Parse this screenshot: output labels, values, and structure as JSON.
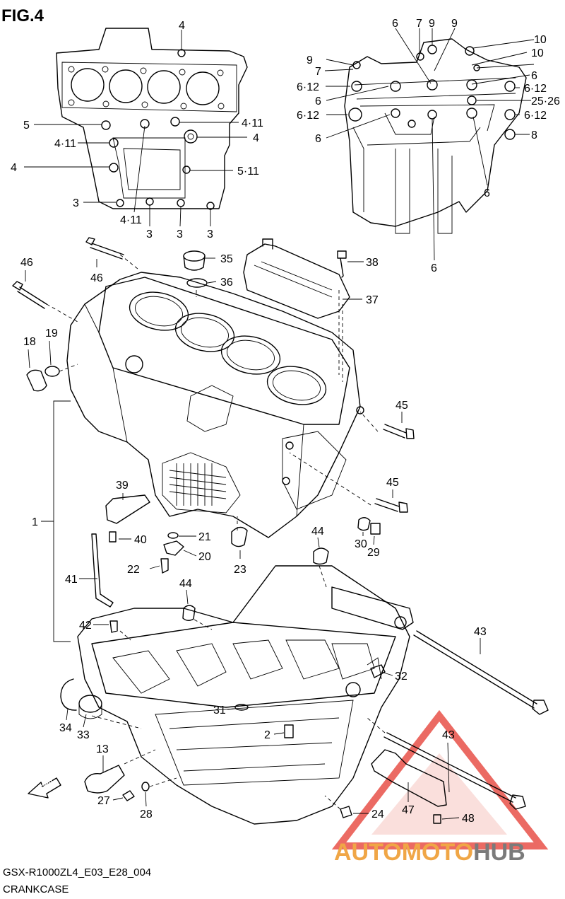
{
  "figure_label": "FIG.4",
  "footer": {
    "code": "GSX-R1000ZL4_E03_E28_004",
    "caption": "CRANKCASE"
  },
  "fwd_arrow_text": "FWD",
  "watermark": {
    "part1": "AUTOMOTO",
    "part2": "HUB",
    "color_primary": "#e5392f",
    "color_orange": "#f0a646",
    "color_gray": "#7b7b7b"
  },
  "callouts_top_left": [
    "4",
    "5",
    "4·11",
    "4",
    "3",
    "4·11",
    "3",
    "3",
    "3",
    "4·11",
    "4",
    "5·11"
  ],
  "callouts_top_right": [
    "6",
    "7",
    "9",
    "9",
    "10",
    "7",
    "6·12",
    "6",
    "6·12",
    "6",
    "9",
    "10",
    "6",
    "6·12",
    "25·26",
    "6·12",
    "8",
    "6",
    "6"
  ],
  "callouts_main": [
    "46",
    "46",
    "35",
    "36",
    "38",
    "37",
    "18",
    "19",
    "45",
    "45",
    "39",
    "1",
    "40",
    "21",
    "20",
    "22",
    "23",
    "44",
    "30",
    "29",
    "41",
    "44",
    "42",
    "43",
    "32",
    "34",
    "33",
    "31",
    "2",
    "13",
    "43",
    "27",
    "28",
    "24",
    "47",
    "48"
  ]
}
